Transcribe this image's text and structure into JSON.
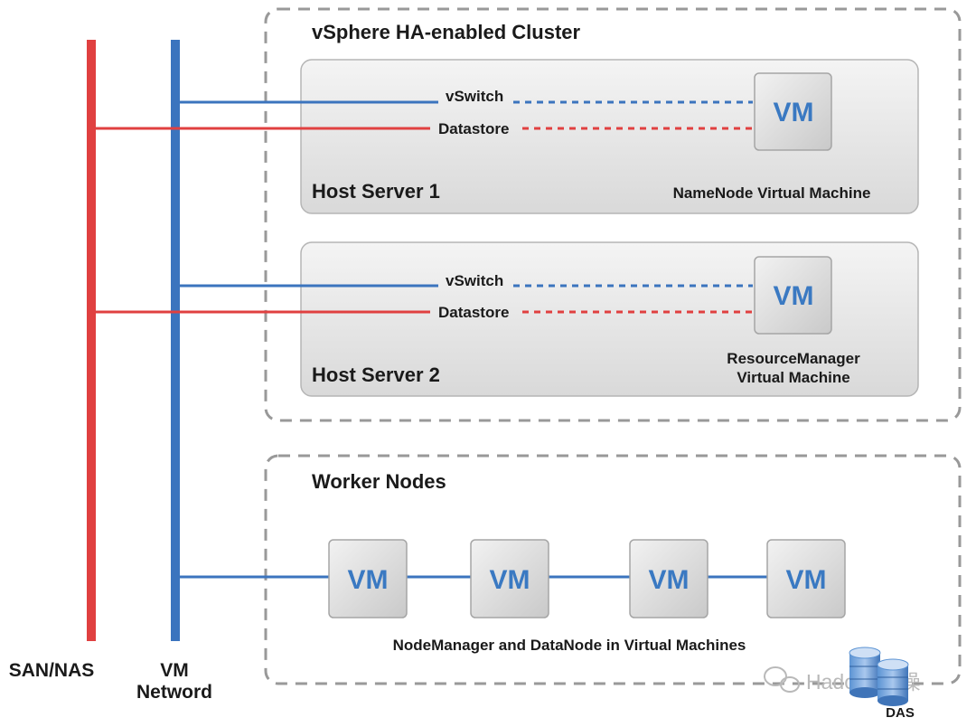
{
  "cluster": {
    "title": "vSphere HA-enabled Cluster",
    "hosts": [
      {
        "name": "Host Server 1",
        "vswitch": "vSwitch",
        "datastore": "Datastore",
        "vm_label": "VM",
        "vm_caption": [
          "NameNode Virtual Machine"
        ]
      },
      {
        "name": "Host Server 2",
        "vswitch": "vSwitch",
        "datastore": "Datastore",
        "vm_label": "VM",
        "vm_caption": [
          "ResourceManager",
          "Virtual Machine"
        ]
      }
    ]
  },
  "workers": {
    "title": "Worker Nodes",
    "vms": [
      "VM",
      "VM",
      "VM",
      "VM"
    ],
    "caption": "NodeManager and DataNode in Virtual Machines",
    "das_label": "DAS"
  },
  "buses": {
    "san": {
      "label": "SAN/NAS",
      "color": "#e04040"
    },
    "vm_network": {
      "label_line1": "VM",
      "label_line2": "Netword",
      "color": "#3b74be"
    }
  },
  "watermark": "Hadoop实操",
  "colors": {
    "red": "#e04040",
    "blue": "#3b74be",
    "vm_text": "#3a79c2",
    "dashed_border": "#999999"
  }
}
